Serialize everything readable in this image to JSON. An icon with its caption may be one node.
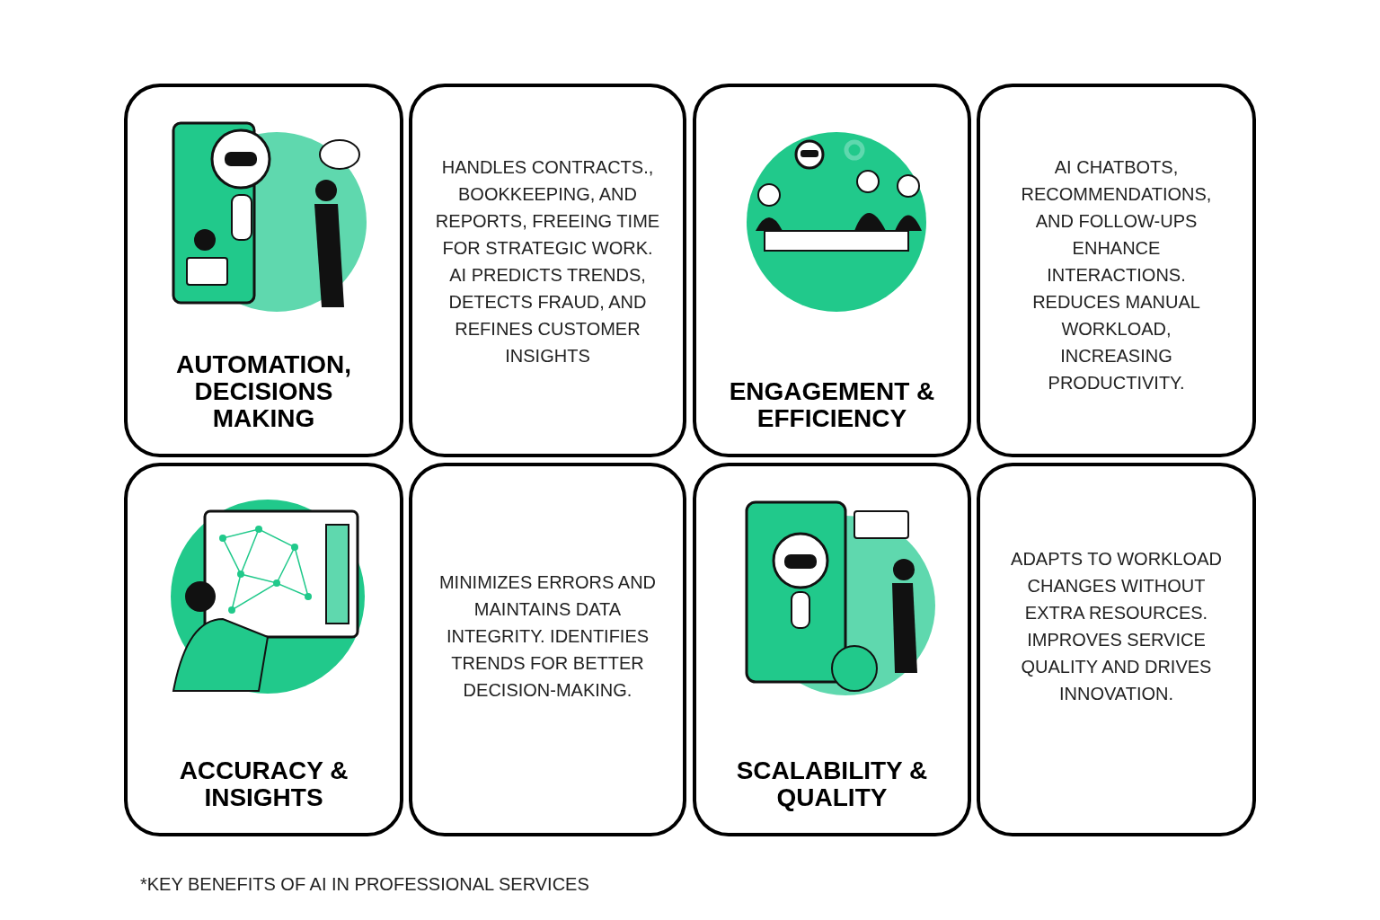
{
  "diagram": {
    "caption": "*KEY BENEFITS OF AI IN PROFESSIONAL SERVICES",
    "nodes": [
      {
        "text": [
          "AUTOMATION, DECISIONS MAKING"
        ]
      },
      {
        "text": [
          "HANDLES CONTRACTS., BOOKKEEPING, AND REPORTS, FREEING TIME FOR STRATEGIC WORK. AI PREDICTS TRENDS, DETECTS FRAUD, AND REFINES CUSTOMER INSIGHTS"
        ]
      },
      {
        "text": [
          "ENGAGEMENT & EFFICIENCY"
        ]
      },
      {
        "text": [
          "AI CHATBOTS, RECOMMENDATIONS, AND FOLLOW-UPS ENHANCE INTERACTIONS. REDUCES MANUAL WORKLOAD, INCREASING PRODUCTIVITY."
        ]
      },
      {
        "text": [
          "ACCURACY & INSIGHTS"
        ]
      },
      {
        "text": [
          "MINIMIZES ERRORS AND MAINTAINS DATA INTEGRITY. IDENTIFIES TRENDS FOR BETTER DECISION-MAKING."
        ]
      },
      {
        "text": [
          "SCALABILITY & QUALITY"
        ]
      },
      {
        "text": [
          "ADAPTS TO WORKLOAD CHANGES WITHOUT EXTRA RESOURCES. IMPROVES SERVICE QUALITY AND DRIVES INNOVATION."
        ]
      }
    ]
  }
}
